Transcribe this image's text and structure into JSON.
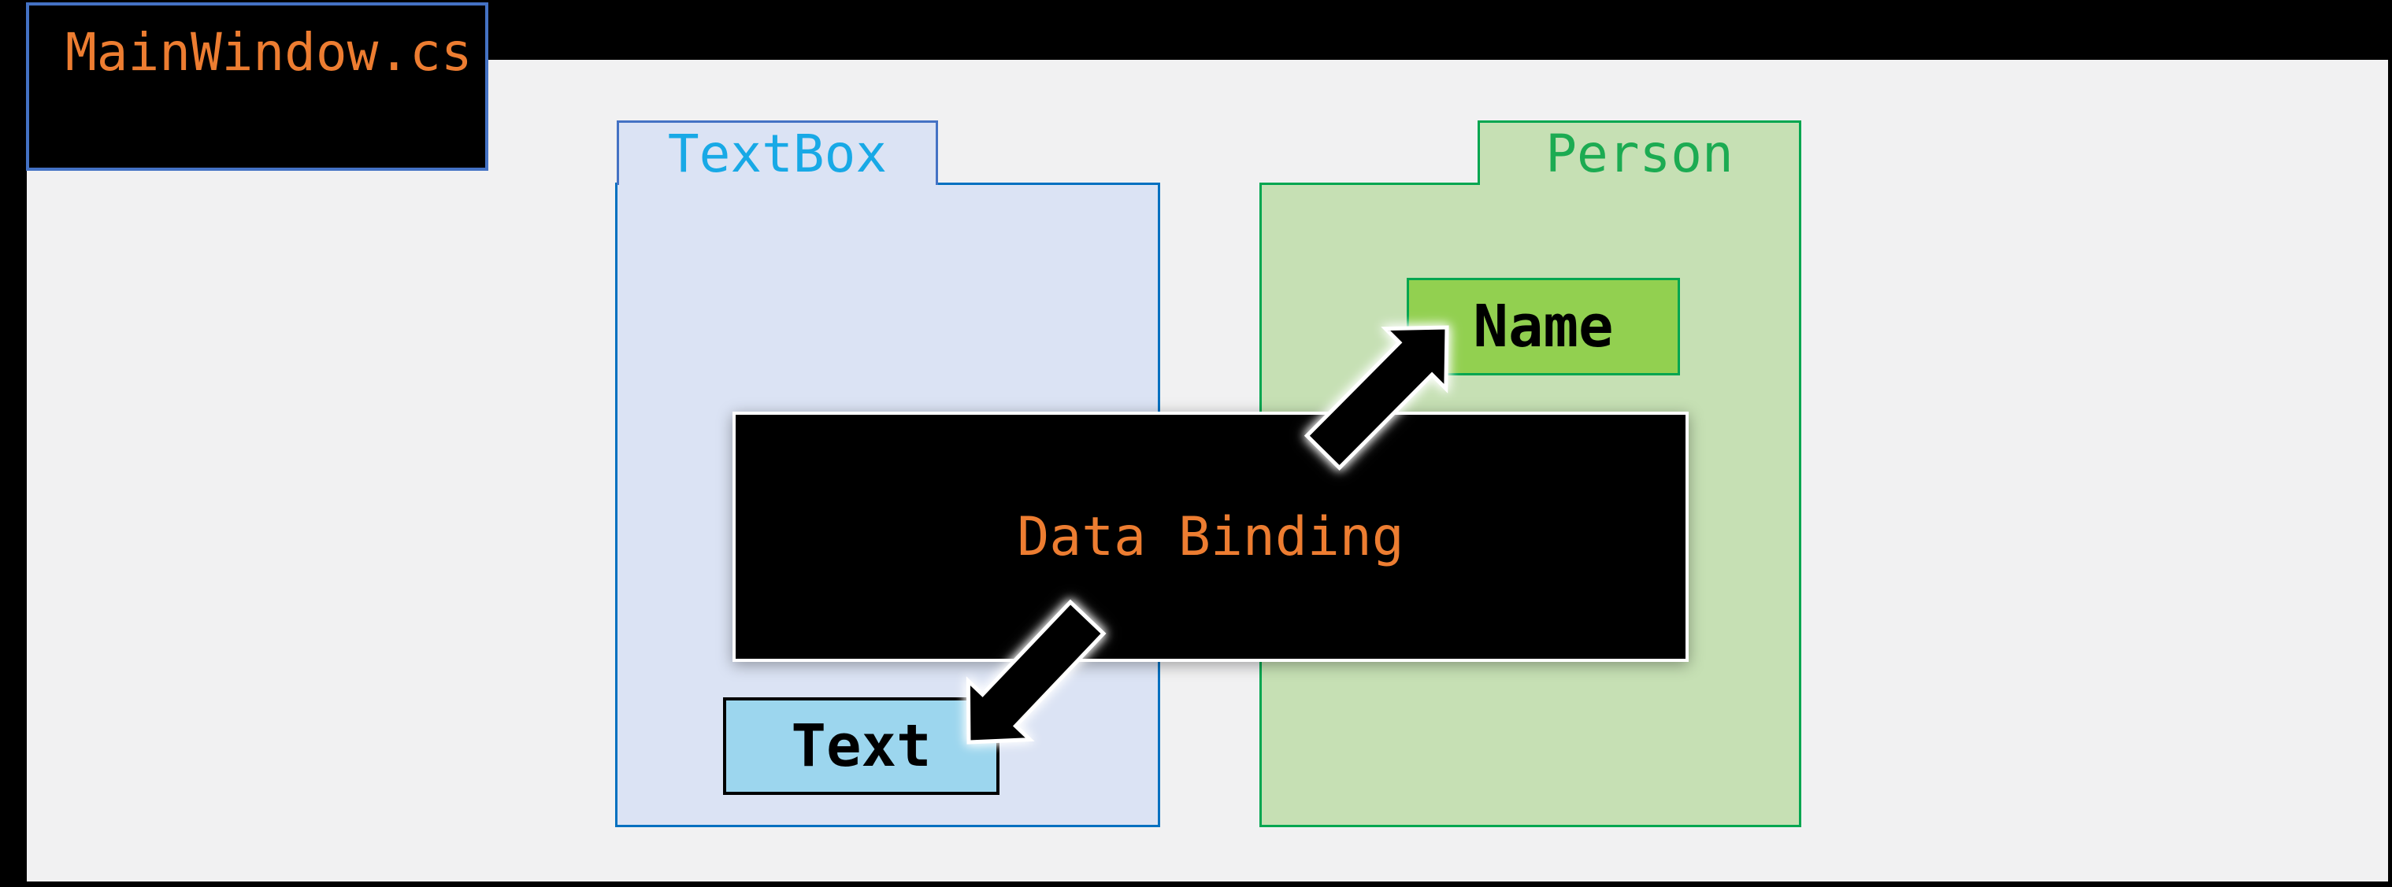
{
  "page": {
    "frame_color": "#000000",
    "canvas_color": "#f1f1f2"
  },
  "title_box": {
    "label": "MainWindow.cs",
    "text_color": "#ed7d31",
    "border_color": "#4472c4",
    "fill": "#000000"
  },
  "textbox_class": {
    "title": "TextBox",
    "title_color": "#18a9e6",
    "tab_border_color": "#4472c4",
    "body_border_color": "#0070c0",
    "fill": "#dbe3f4",
    "property": {
      "label": "Text",
      "fill": "#9cd6ee",
      "border_color": "#000000",
      "text_color": "#000000"
    }
  },
  "person_class": {
    "title": "Person",
    "title_color": "#1cab52",
    "border_color": "#00a650",
    "fill": "#c6e0b4",
    "property": {
      "label": "Name",
      "fill": "#92d050",
      "border_color": "#00a650",
      "text_color": "#000000"
    }
  },
  "binding": {
    "label": "Data Binding",
    "text_color": "#ed7d31",
    "fill": "#000000",
    "border_color": "#ffffff"
  },
  "arrows": {
    "fill": "#000000",
    "outline_color": "#ffffff",
    "to_name": "block-arrow-up-right",
    "to_text": "block-arrow-down-left"
  }
}
